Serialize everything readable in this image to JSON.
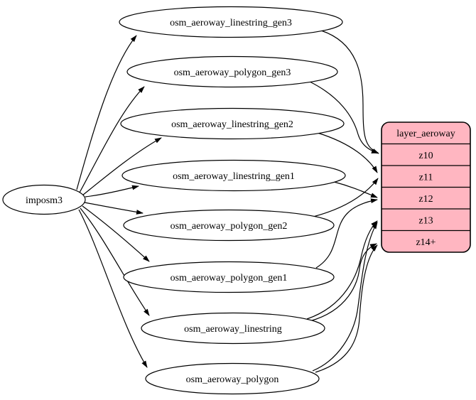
{
  "source": {
    "label": "imposm3"
  },
  "tables": [
    {
      "label": "osm_aeroway_linestring_gen3"
    },
    {
      "label": "osm_aeroway_polygon_gen3"
    },
    {
      "label": "osm_aeroway_linestring_gen2"
    },
    {
      "label": "osm_aeroway_linestring_gen1"
    },
    {
      "label": "osm_aeroway_polygon_gen2"
    },
    {
      "label": "osm_aeroway_polygon_gen1"
    },
    {
      "label": "osm_aeroway_linestring"
    },
    {
      "label": "osm_aeroway_polygon"
    }
  ],
  "layer": {
    "header": "layer_aeroway",
    "rows": [
      {
        "label": "z10"
      },
      {
        "label": "z11"
      },
      {
        "label": "z12"
      },
      {
        "label": "z13"
      },
      {
        "label": "z14+"
      }
    ],
    "fill_color": "#ffb6c1",
    "border_color": "#000000"
  },
  "edges": {
    "source_to_tables": [
      {
        "from": "imposm3",
        "to": "osm_aeroway_linestring_gen3"
      },
      {
        "from": "imposm3",
        "to": "osm_aeroway_polygon_gen3"
      },
      {
        "from": "imposm3",
        "to": "osm_aeroway_linestring_gen2"
      },
      {
        "from": "imposm3",
        "to": "osm_aeroway_linestring_gen1"
      },
      {
        "from": "imposm3",
        "to": "osm_aeroway_polygon_gen2"
      },
      {
        "from": "imposm3",
        "to": "osm_aeroway_polygon_gen1"
      },
      {
        "from": "imposm3",
        "to": "osm_aeroway_linestring"
      },
      {
        "from": "imposm3",
        "to": "osm_aeroway_polygon"
      }
    ],
    "tables_to_layer": [
      {
        "from": "osm_aeroway_linestring_gen3",
        "to": "z10"
      },
      {
        "from": "osm_aeroway_polygon_gen3",
        "to": "z10"
      },
      {
        "from": "osm_aeroway_linestring_gen2",
        "to": "z11"
      },
      {
        "from": "osm_aeroway_polygon_gen2",
        "to": "z11"
      },
      {
        "from": "osm_aeroway_linestring_gen1",
        "to": "z12"
      },
      {
        "from": "osm_aeroway_polygon_gen1",
        "to": "z12"
      },
      {
        "from": "osm_aeroway_linestring",
        "to": "z13"
      },
      {
        "from": "osm_aeroway_linestring",
        "to": "z14+"
      },
      {
        "from": "osm_aeroway_polygon",
        "to": "z13"
      },
      {
        "from": "osm_aeroway_polygon",
        "to": "z14+"
      }
    ]
  }
}
